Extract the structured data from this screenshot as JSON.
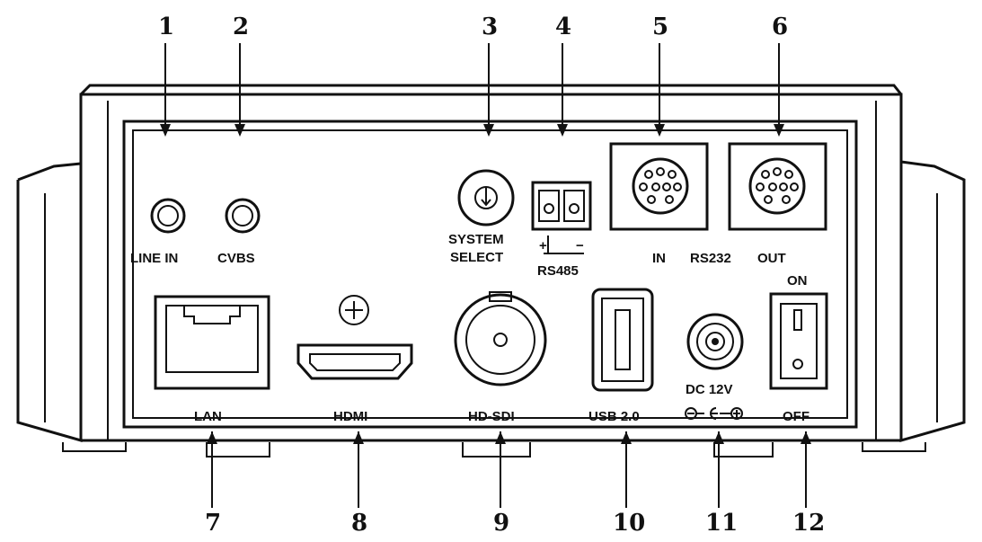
{
  "callouts": {
    "c1": "1",
    "c2": "2",
    "c3": "3",
    "c4": "4",
    "c5": "5",
    "c6": "6",
    "c7": "7",
    "c8": "8",
    "c9": "9",
    "c10": "10",
    "c11": "11",
    "c12": "12"
  },
  "ports": {
    "line_in": "LINE IN",
    "cvbs": "CVBS",
    "system_select_1": "SYSTEM",
    "system_select_2": "SELECT",
    "rs485_plus": "+",
    "rs485_minus": "−",
    "rs485": "RS485",
    "rs232_in": "IN",
    "rs232": "RS232",
    "rs232_out": "OUT",
    "power_on": "ON",
    "lan": "LAN",
    "hdmi": "HDMI",
    "hd_sdi": "HD-SDI",
    "usb": "USB 2.0",
    "dc": "DC 12V",
    "power_off": "OFF"
  },
  "icons": {
    "polarity": "dc-polarity-icon",
    "ground_screw": "ground-screw-icon"
  }
}
